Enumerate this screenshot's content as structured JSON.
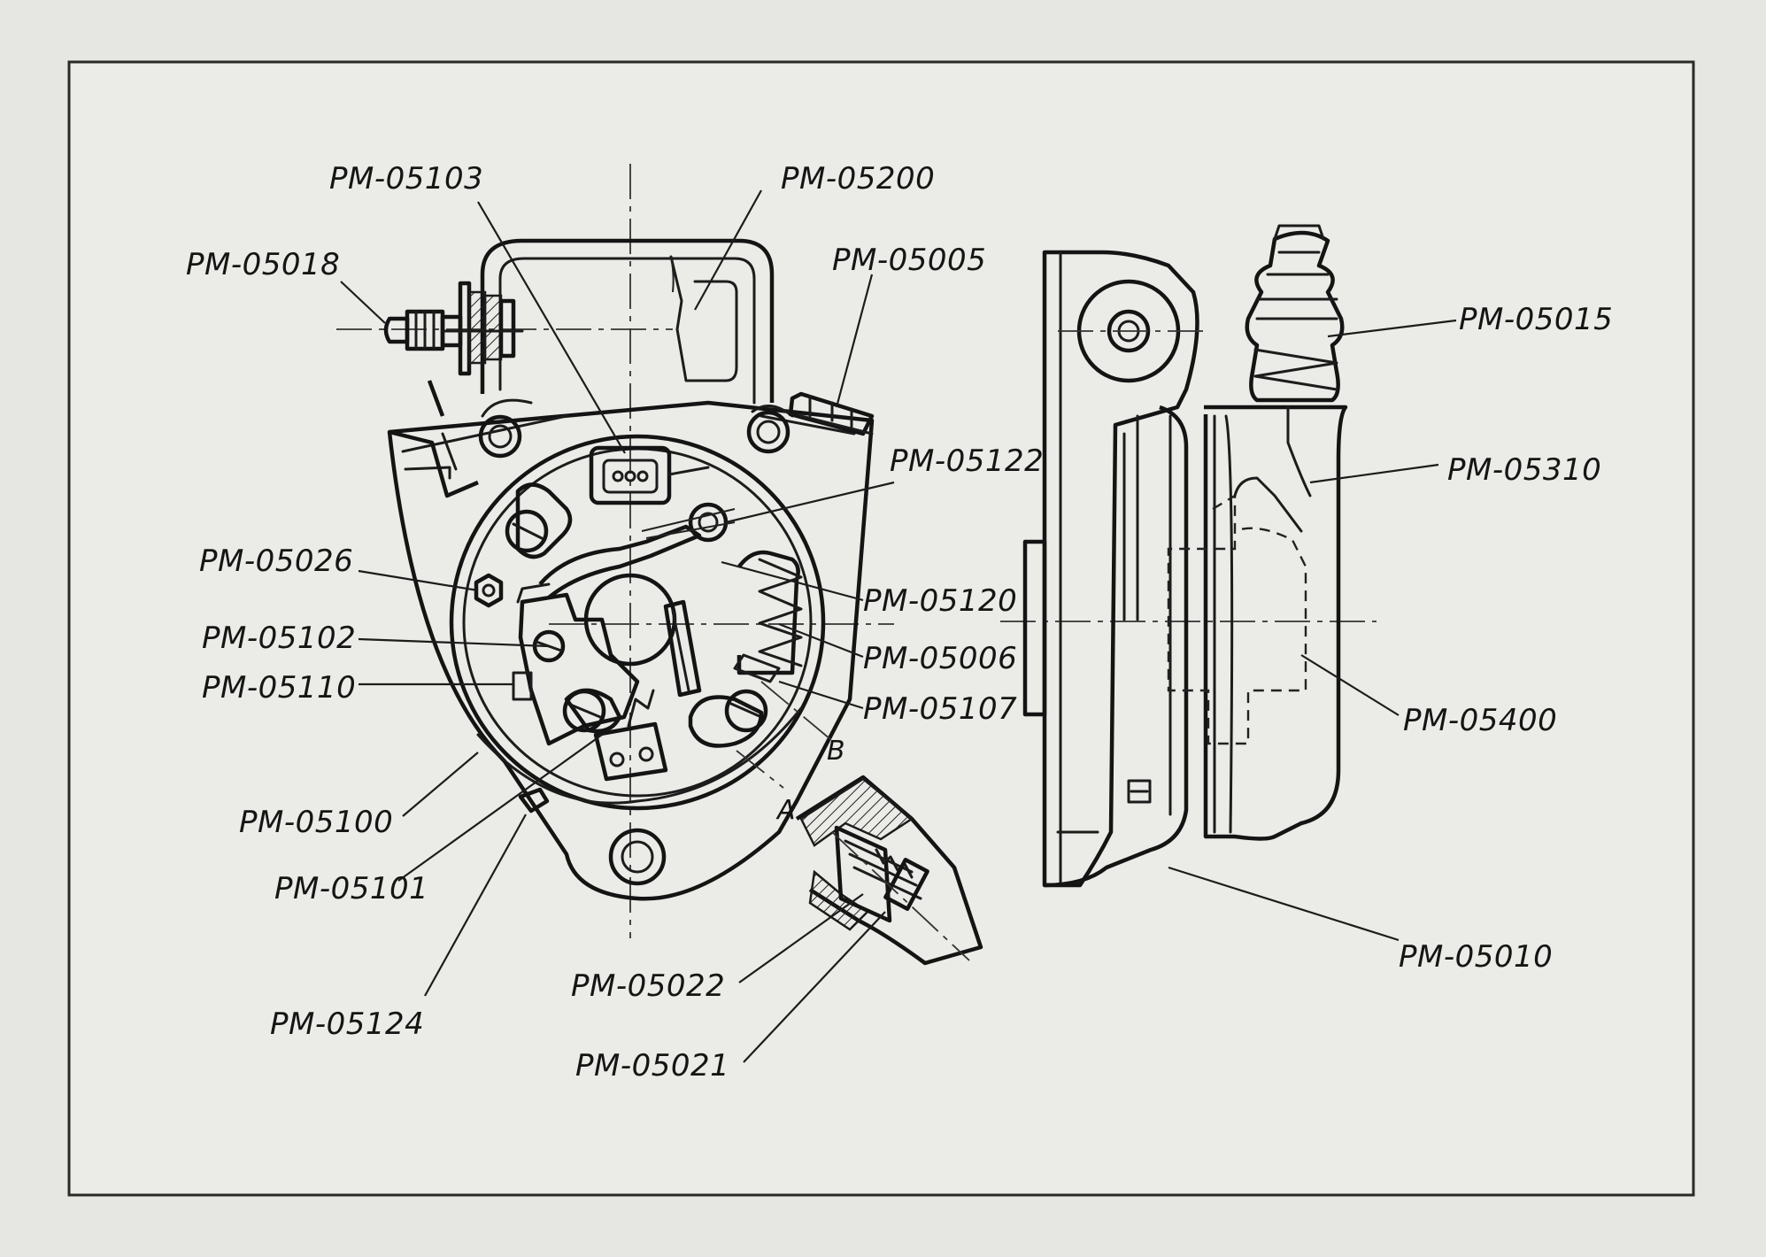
{
  "labels": {
    "pm05103": "PM-05103",
    "pm05200": "PM-05200",
    "pm05018": "PM-05018",
    "pm05005": "PM-05005",
    "pm05015": "PM-05015",
    "pm05310": "PM-05310",
    "pm05122": "PM-05122",
    "pm05026": "PM-05026",
    "pm05120": "PM-05120",
    "pm05102": "PM-05102",
    "pm05006": "PM-05006",
    "pm05110": "PM-05110",
    "pm05107": "PM-05107",
    "pm05400": "PM-05400",
    "pm05100": "PM-05100",
    "pm05101": "PM-05101",
    "pm05124": "PM-05124",
    "pm05022": "PM-05022",
    "pm05021": "PM-05021",
    "pm05010": "PM-05010"
  },
  "section_marks": {
    "a": "A",
    "b": "B"
  }
}
